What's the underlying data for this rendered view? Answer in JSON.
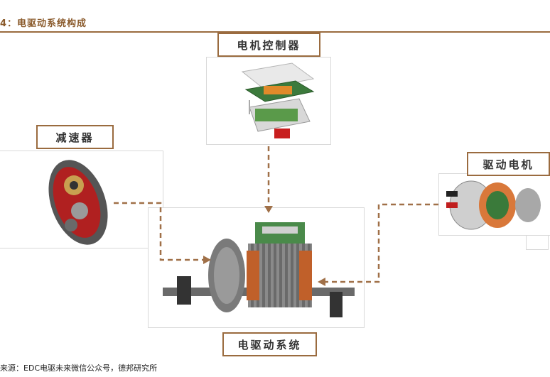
{
  "figure_title": "4：电驱动系统构成",
  "labels": {
    "controller": "电机控制器",
    "reducer": "减速器",
    "motor": "驱动电机",
    "system": "电驱动系统"
  },
  "source": "来源：EDC电驱未来微信公众号，德邦研究所",
  "colors": {
    "accent": "#9a6b3f",
    "arrow": "#a07048"
  }
}
